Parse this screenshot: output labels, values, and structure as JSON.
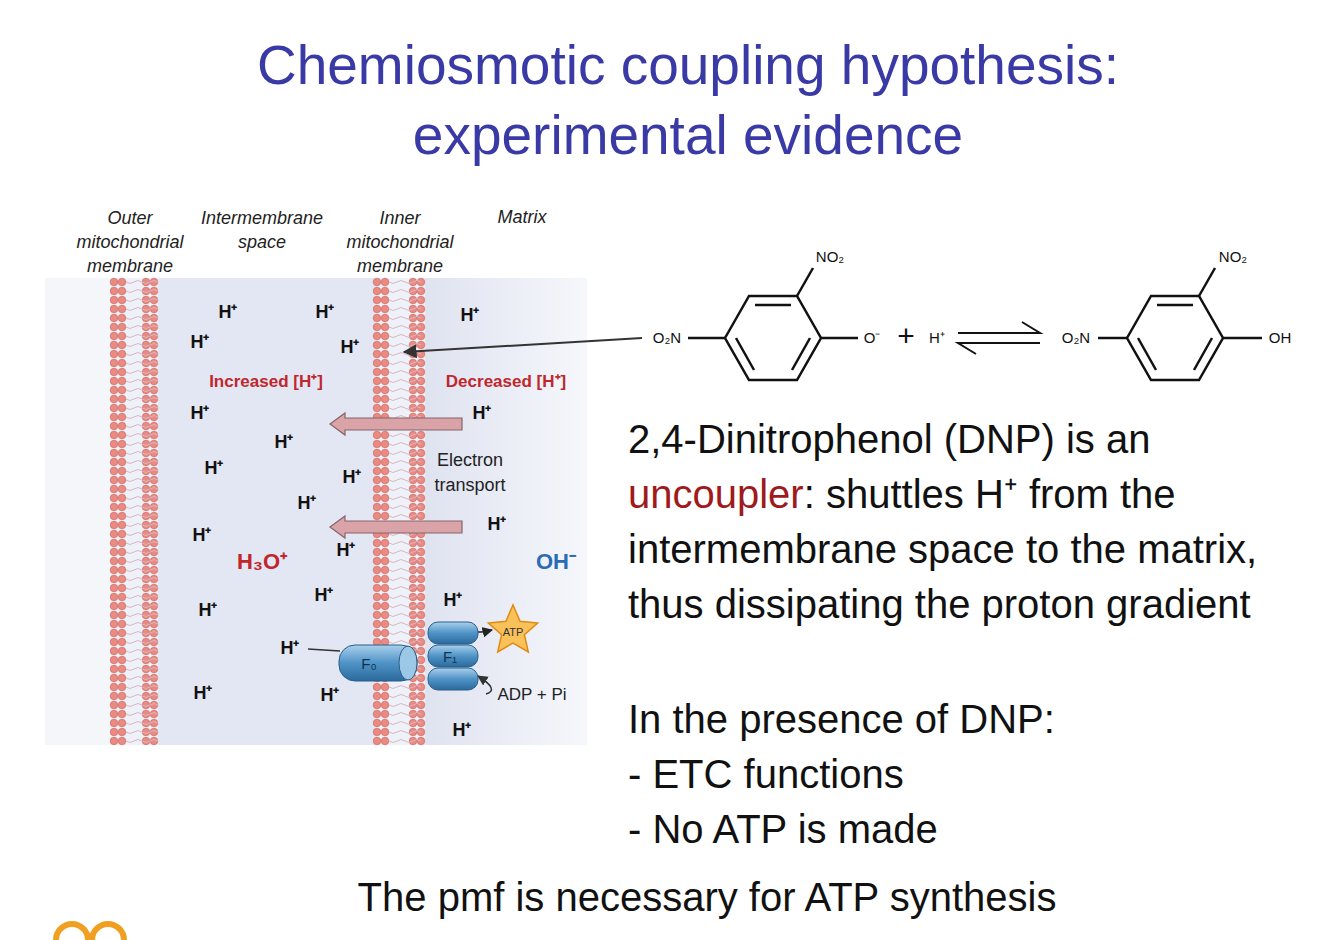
{
  "diagram": {
    "title": "Chemiosmotic coupling hypothesis: experimental evidence",
    "nodes": [
      {
        "text": [
          "F₀"
        ]
      },
      {
        "text": [
          "F₁"
        ]
      },
      {
        "text": [
          "ATP"
        ]
      }
    ],
    "edges": [
      {
        "from": 1,
        "to": 2,
        "arrow": "to"
      }
    ],
    "labels": [
      "Outer mitochondrial membrane",
      "Intermembrane space",
      "Inner mitochondrial membrane",
      "Matrix",
      "H⁺",
      "H⁺",
      "H⁺",
      "H⁺",
      "H⁺",
      "H⁺",
      "H⁺",
      "H⁺",
      "H⁺",
      "H⁺",
      "H⁺",
      "H⁺",
      "H⁺",
      "H⁺",
      "H⁺",
      "H⁺",
      "H⁺",
      "H⁺",
      "H⁺",
      "H⁺",
      "H⁺",
      "Increased [H⁺]",
      "Decreased [H⁺]",
      "Electron transport",
      "H₃O⁺",
      "OH⁻",
      "ADP + Pi",
      "NO₂",
      "O₂N",
      "O⁻",
      "+",
      "H⁺",
      "O₂N",
      "NO₂",
      "OH",
      "2,4-Dinitrophenol (DNP) is an",
      "uncoupler",
      ": shuttles H⁺ from the intermembrane space to the matrix, thus dissipating the proton gradient",
      "In the presence of DNP:",
      "- ETC functions",
      "- No ATP is made",
      "The pmf is necessary for ATP synthesis"
    ]
  }
}
